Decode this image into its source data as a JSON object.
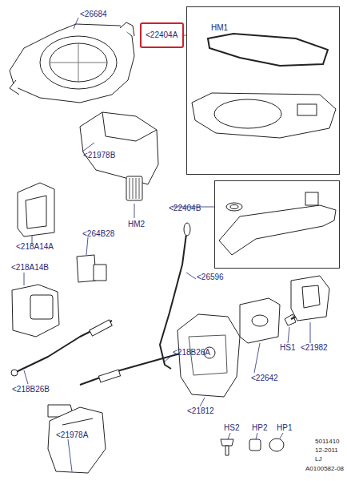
{
  "diagram": {
    "nodes": [
      {
        "text": [
          "<22404A"
        ]
      },
      {
        "text": [
          "HM1"
        ]
      },
      {
        "text": [
          "<22404B"
        ]
      }
    ],
    "edges": [
      {
        "from": 0,
        "to": 1,
        "arrow": "none"
      }
    ],
    "labels": [
      "<26684",
      "<21978B",
      "HM2",
      "<264B28",
      "<218A14A",
      "<218A14B",
      "<26596",
      "<218B26A",
      "<218B26B",
      "<22642",
      "HS1",
      "<21982",
      "<21812",
      "<21978A",
      "HS2",
      "HP2",
      "HP1",
      "5011410",
      "12-2011",
      "LJ",
      "A0100582-08"
    ]
  }
}
